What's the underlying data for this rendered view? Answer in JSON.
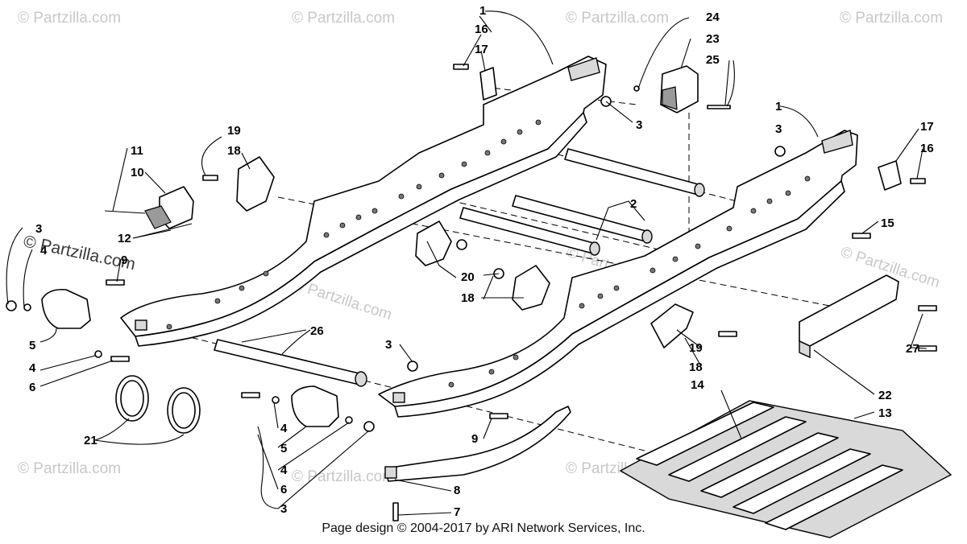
{
  "watermark": {
    "text": "© Partzilla.com",
    "prominent_text": "© Partzilla.com"
  },
  "footer": {
    "text": "Page design © 2004-2017 by ARI Network Services, Inc."
  },
  "callouts": {
    "c1a": "1",
    "c1b": "1",
    "c2": "2",
    "c3a": "3",
    "c3b": "3",
    "c3c": "3",
    "c3d": "3",
    "c3e": "3",
    "c4a": "4",
    "c4b": "4",
    "c4c": "4",
    "c4d": "4",
    "c5a": "5",
    "c5b": "5",
    "c6a": "6",
    "c6b": "6",
    "c7": "7",
    "c8": "8",
    "c9a": "9",
    "c9b": "9",
    "c10": "10",
    "c11": "11",
    "c12": "12",
    "c13": "13",
    "c14": "14",
    "c15": "15",
    "c16a": "16",
    "c16b": "16",
    "c17a": "17",
    "c17b": "17",
    "c18a": "18",
    "c18b": "18",
    "c18c": "18",
    "c19a": "19",
    "c19b": "19",
    "c20": "20",
    "c21": "21",
    "c22": "22",
    "c23": "23",
    "c24": "24",
    "c25": "25",
    "c26": "26",
    "c27": "27"
  }
}
